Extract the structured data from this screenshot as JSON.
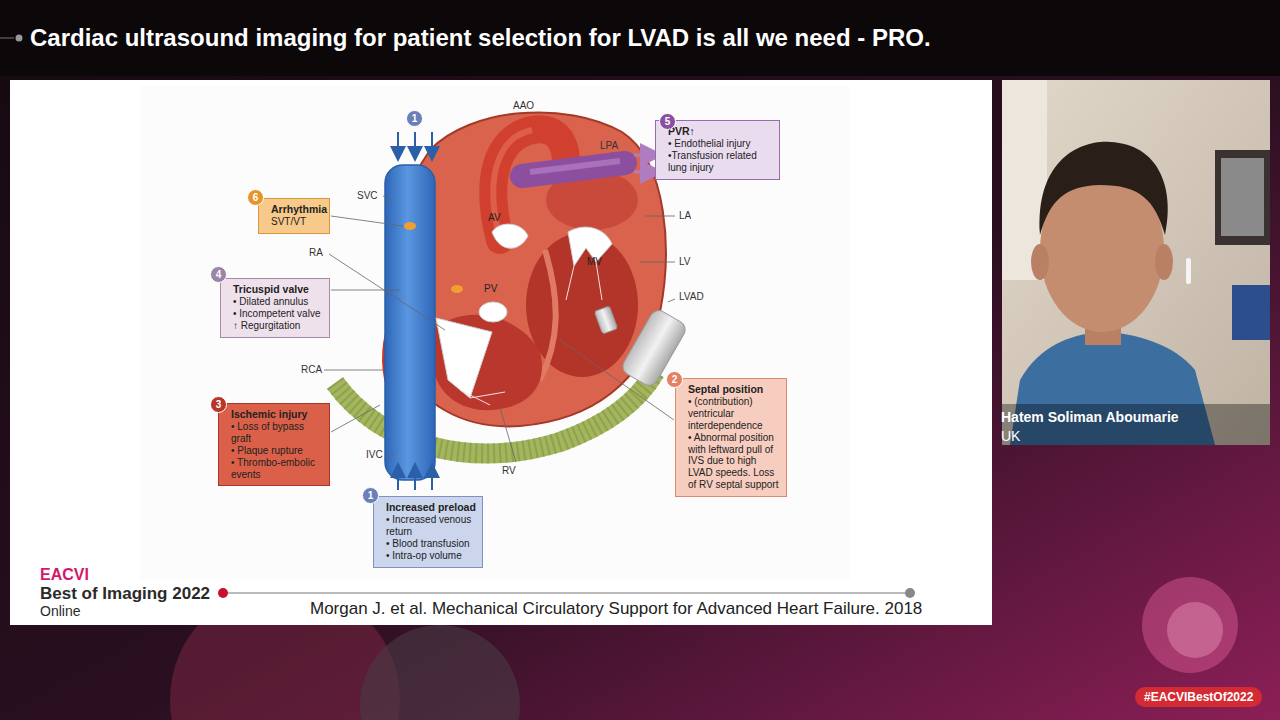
{
  "diagram": {
    "title": "Cardiac ultrasound imaging for patient selection for LVAD is all we need - PRO.",
    "caption": "Morgan J. et al. Mechanical Circulatory Support for Advanced Heart Failure. 2018",
    "nodes": [
      {
        "text": [
          "1"
        ]
      },
      {
        "text": [
          "5"
        ]
      },
      {
        "text": [
          "PVR↑",
          "• Endothelial injury",
          "•Transfusion related lung injury"
        ]
      },
      {
        "text": [
          "6"
        ]
      },
      {
        "text": [
          "Arrhythmia",
          "SVT/VT"
        ]
      },
      {
        "text": [
          "4"
        ]
      },
      {
        "text": [
          "Tricuspid valve",
          "• Dilated annulus",
          "• Incompetent valve",
          "↑ Regurgitation"
        ]
      },
      {
        "text": [
          "2"
        ]
      },
      {
        "text": [
          "Septal position",
          "• (contribution) ventricular interdependence",
          "• Abnormal position with leftward pull of IVS due to high LVAD speeds. Loss of RV septal support"
        ]
      },
      {
        "text": [
          "3"
        ]
      },
      {
        "text": [
          "Ischemic injury",
          "• Loss of bypass graft",
          "• Plaque rupture",
          "• Thrombo-embolic events"
        ]
      },
      {
        "text": [
          "1"
        ]
      },
      {
        "text": [
          "Increased preload",
          "• Increased venous return",
          "• Blood transfusion",
          "• Intra-op volume"
        ]
      },
      {
        "text": [
          "#EACVIBestOf2022"
        ]
      }
    ],
    "labels": [
      "AAO",
      "LPA",
      "SVC",
      "AV",
      "LA",
      "RA",
      "MV",
      "LV",
      "PV",
      "LVAD",
      "RCA",
      "IVC",
      "RV",
      "EACVI",
      "Best of Imaging 2022",
      "Online",
      "Hatem Soliman Aboumarie",
      "UK"
    ]
  }
}
